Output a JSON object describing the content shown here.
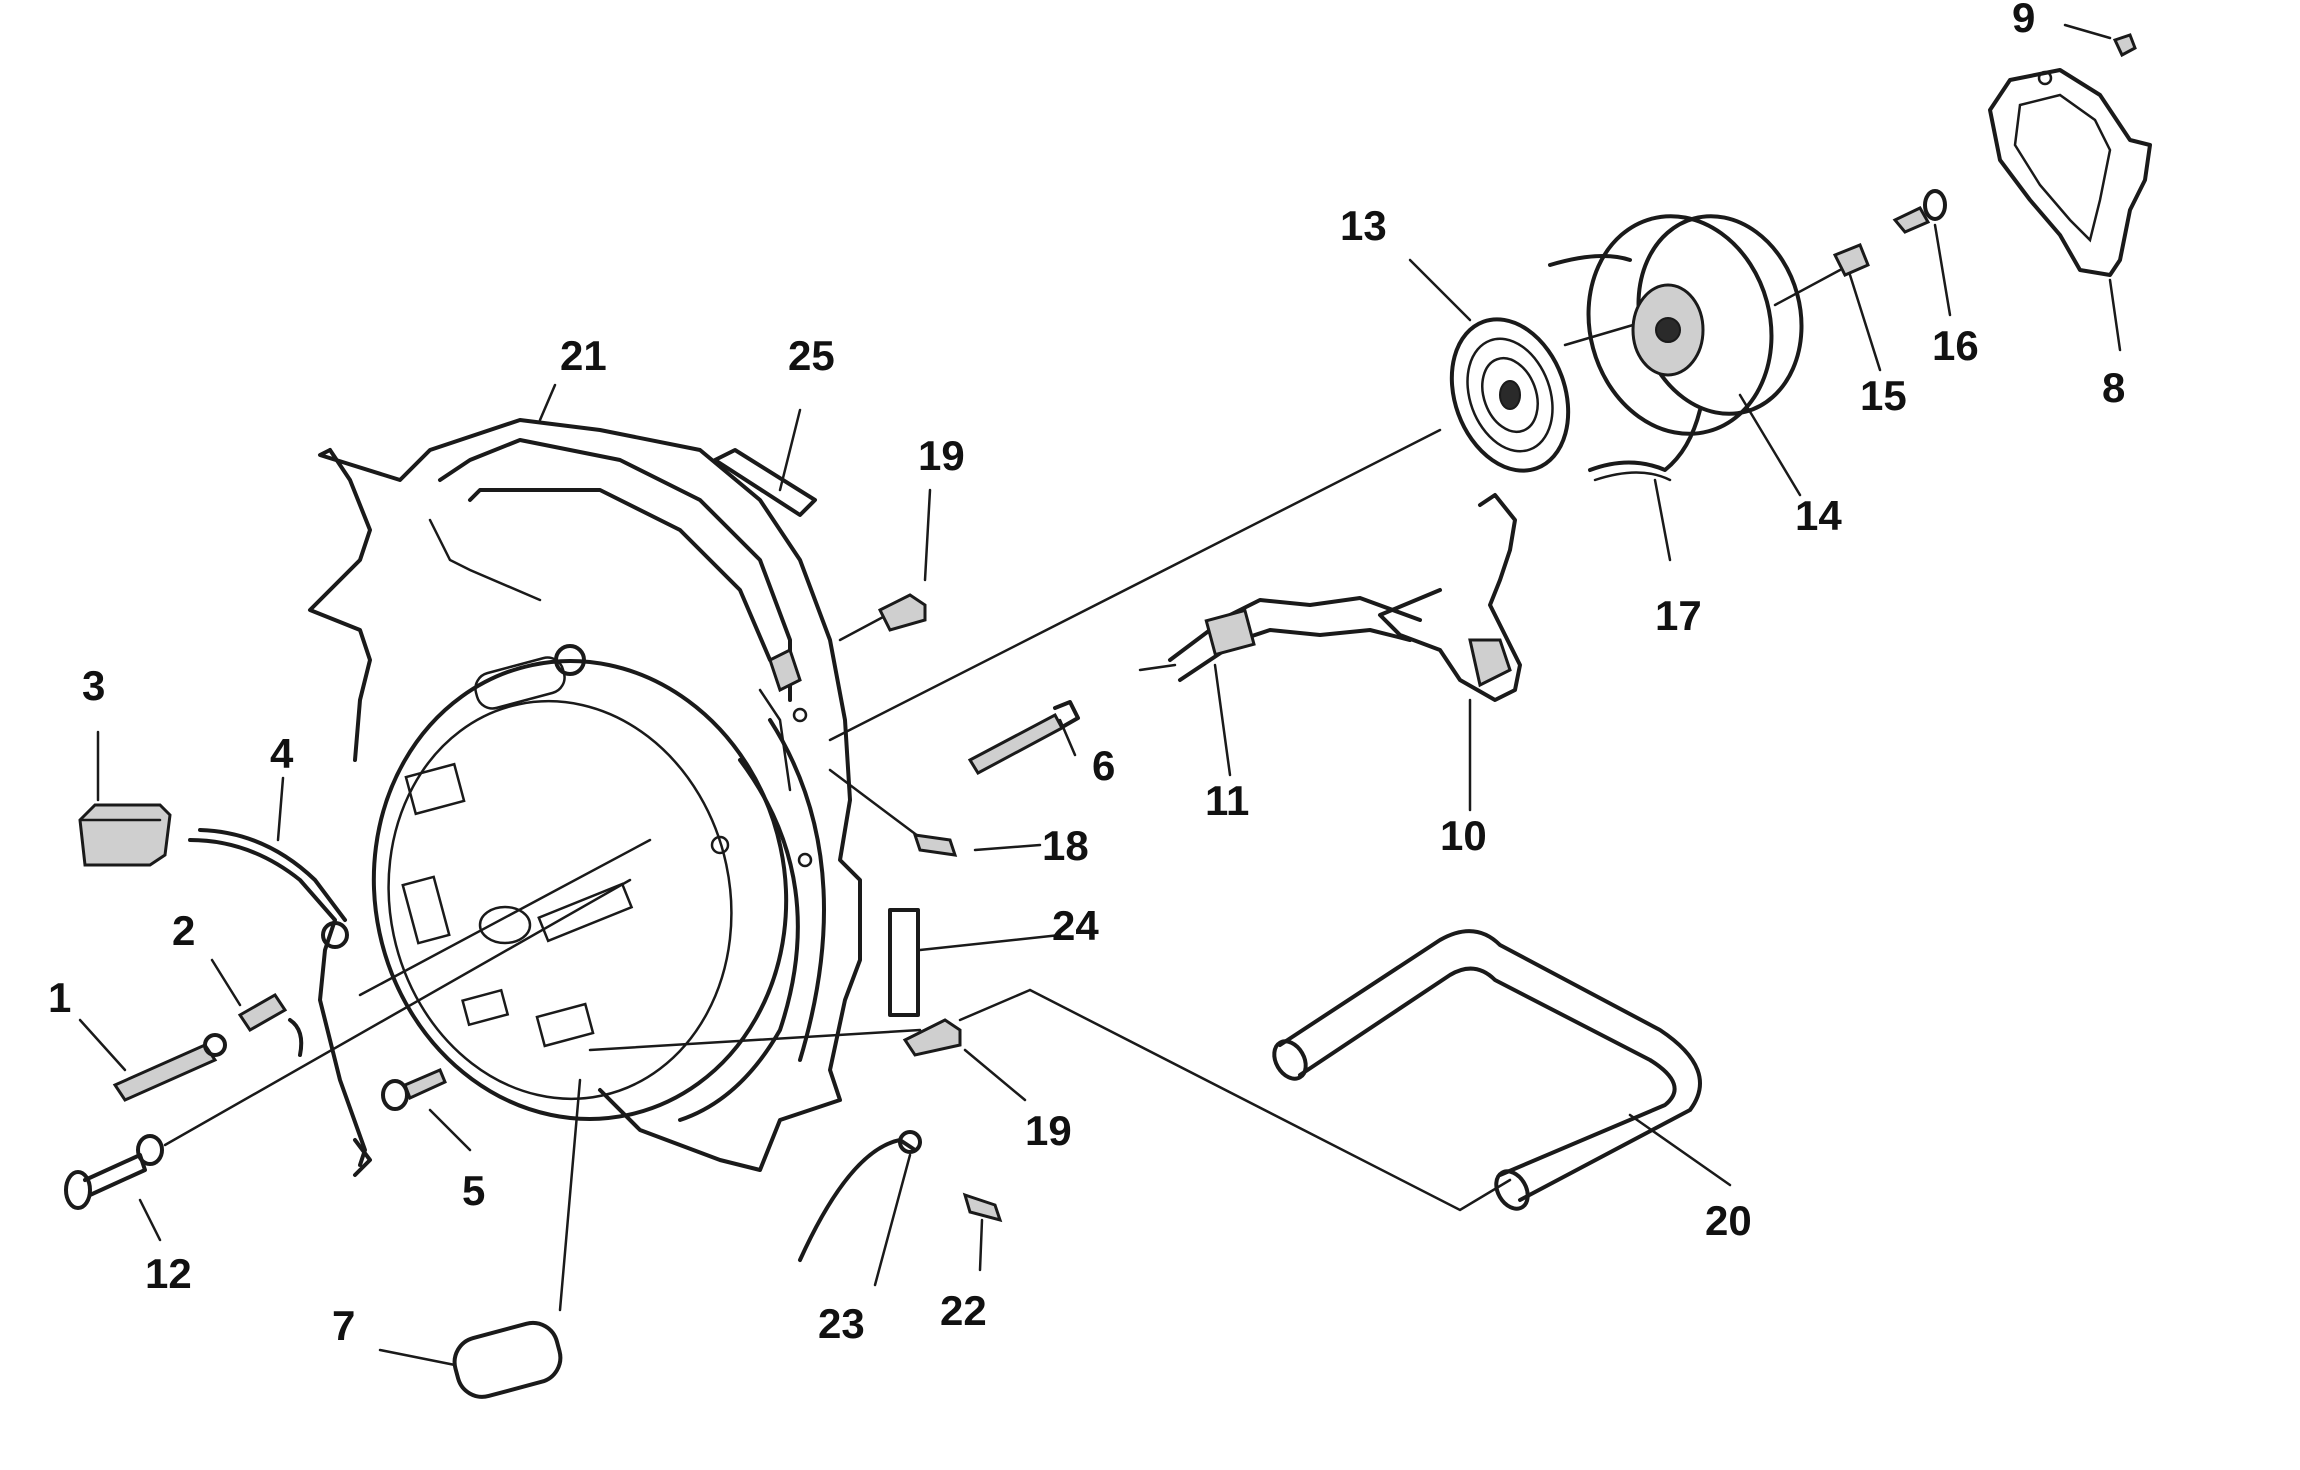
{
  "callouts": [
    {
      "id": "1",
      "label": "1"
    },
    {
      "id": "2",
      "label": "2"
    },
    {
      "id": "3",
      "label": "3"
    },
    {
      "id": "4",
      "label": "4"
    },
    {
      "id": "5",
      "label": "5"
    },
    {
      "id": "6",
      "label": "6"
    },
    {
      "id": "7",
      "label": "7"
    },
    {
      "id": "8",
      "label": "8"
    },
    {
      "id": "9",
      "label": "9"
    },
    {
      "id": "10",
      "label": "10"
    },
    {
      "id": "11",
      "label": "11"
    },
    {
      "id": "12",
      "label": "12"
    },
    {
      "id": "13",
      "label": "13"
    },
    {
      "id": "14",
      "label": "14"
    },
    {
      "id": "15",
      "label": "15"
    },
    {
      "id": "16",
      "label": "16"
    },
    {
      "id": "17",
      "label": "17"
    },
    {
      "id": "18",
      "label": "18"
    },
    {
      "id": "19a",
      "label": "19"
    },
    {
      "id": "19b",
      "label": "19"
    },
    {
      "id": "20",
      "label": "20"
    },
    {
      "id": "21",
      "label": "21"
    },
    {
      "id": "22",
      "label": "22"
    },
    {
      "id": "23",
      "label": "23"
    },
    {
      "id": "24",
      "label": "24"
    },
    {
      "id": "25",
      "label": "25"
    }
  ]
}
